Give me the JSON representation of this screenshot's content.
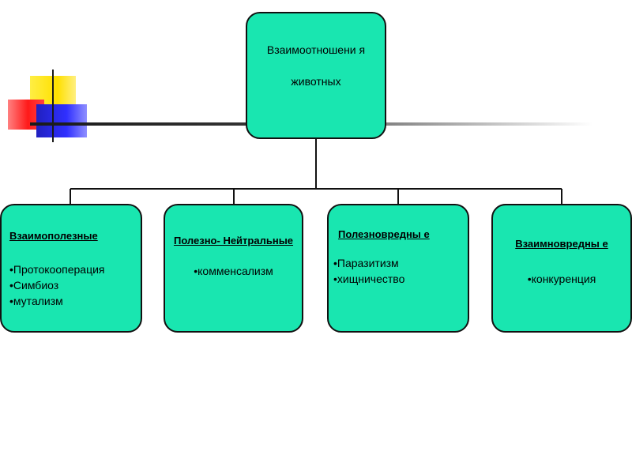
{
  "root": {
    "title": "Взаимоотношени я",
    "subtitle": "животных"
  },
  "children": [
    {
      "heading": "Взаимополезные",
      "items": [
        "•Протокооперация",
        "•Симбиоз",
        "•мутализм"
      ]
    },
    {
      "heading": "Полезно- Нейтральные",
      "items": [
        "•комменсализм"
      ]
    },
    {
      "heading": "Полезновредны е",
      "items": [
        "•Паразитизм",
        "•хищничество"
      ]
    },
    {
      "heading": "Взаимновредны е",
      "items": [
        "•конкуренция"
      ]
    }
  ],
  "colors": {
    "box_fill": "#19e6b0",
    "border": "#111111"
  }
}
